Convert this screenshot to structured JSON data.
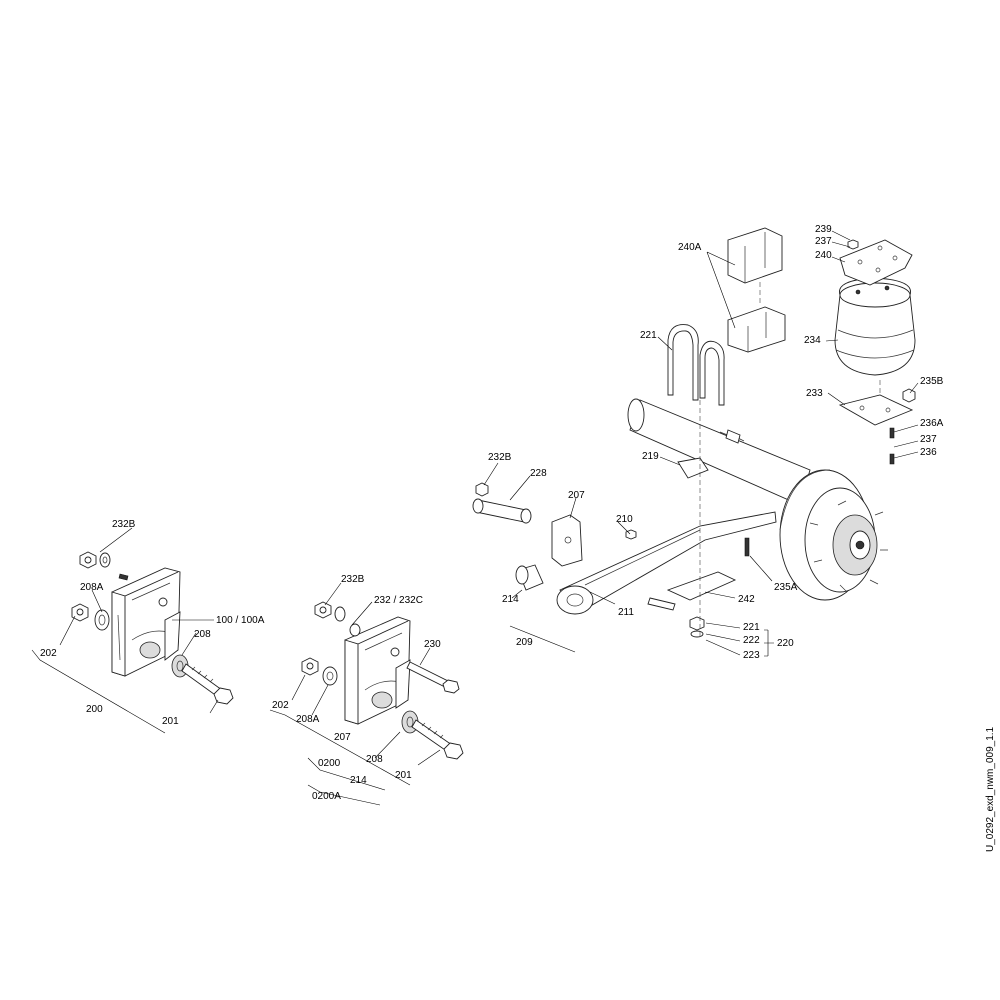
{
  "drawing_id": "U_0292_exd_nwm_009_1.1",
  "labels": {
    "l240A": "240A",
    "l239": "239",
    "l237a": "237",
    "l240": "240",
    "l221a": "221",
    "l234": "234",
    "l235B": "235B",
    "l233": "233",
    "l236A": "236A",
    "l237b": "237",
    "l236": "236",
    "l219": "219",
    "l232Bc": "232B",
    "l228": "228",
    "l207c": "207",
    "l210": "210",
    "l235A": "235A",
    "l214c": "214",
    "l211": "211",
    "l242": "242",
    "l209": "209",
    "l221b": "221",
    "l222": "222",
    "l223": "223",
    "l220": "220",
    "l232Ba": "232B",
    "l208Aa": "208A",
    "l100": "100 / 100A",
    "l202a": "202",
    "l208a": "208",
    "l200": "200",
    "l201a": "201",
    "l232Bb": "232B",
    "l232232C": "232 / 232C",
    "l230": "230",
    "l202b": "202",
    "l208Ab": "208A",
    "l207b": "207",
    "l0200": "0200",
    "l208b": "208",
    "l201b": "201",
    "l214b": "214",
    "l0200A": "0200A"
  }
}
